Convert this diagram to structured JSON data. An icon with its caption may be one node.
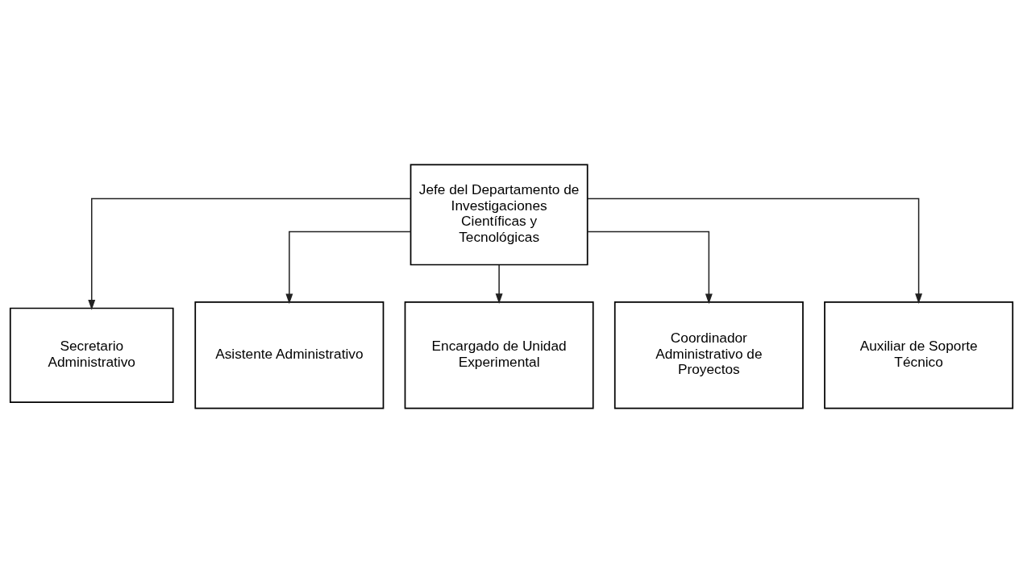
{
  "diagram": {
    "nodes": [
      {
        "text": [
          "Jefe del Departamento de Investigaciones Científicas y Tecnológicas"
        ]
      },
      {
        "text": [
          "Secretario Administrativo"
        ]
      },
      {
        "text": [
          "Asistente Administrativo"
        ]
      },
      {
        "text": [
          "Encargado de Unidad Experimental"
        ]
      },
      {
        "text": [
          "Coordinador Administrativo de Proyectos"
        ]
      },
      {
        "text": [
          "Auxiliar de Soporte Técnico"
        ]
      }
    ],
    "edges": [
      {
        "from": 0,
        "to": 1,
        "arrow": "to"
      },
      {
        "from": 0,
        "to": 2,
        "arrow": "to"
      },
      {
        "from": 0,
        "to": 3,
        "arrow": "to"
      },
      {
        "from": 0,
        "to": 4,
        "arrow": "to"
      },
      {
        "from": 0,
        "to": 5,
        "arrow": "to"
      }
    ]
  }
}
